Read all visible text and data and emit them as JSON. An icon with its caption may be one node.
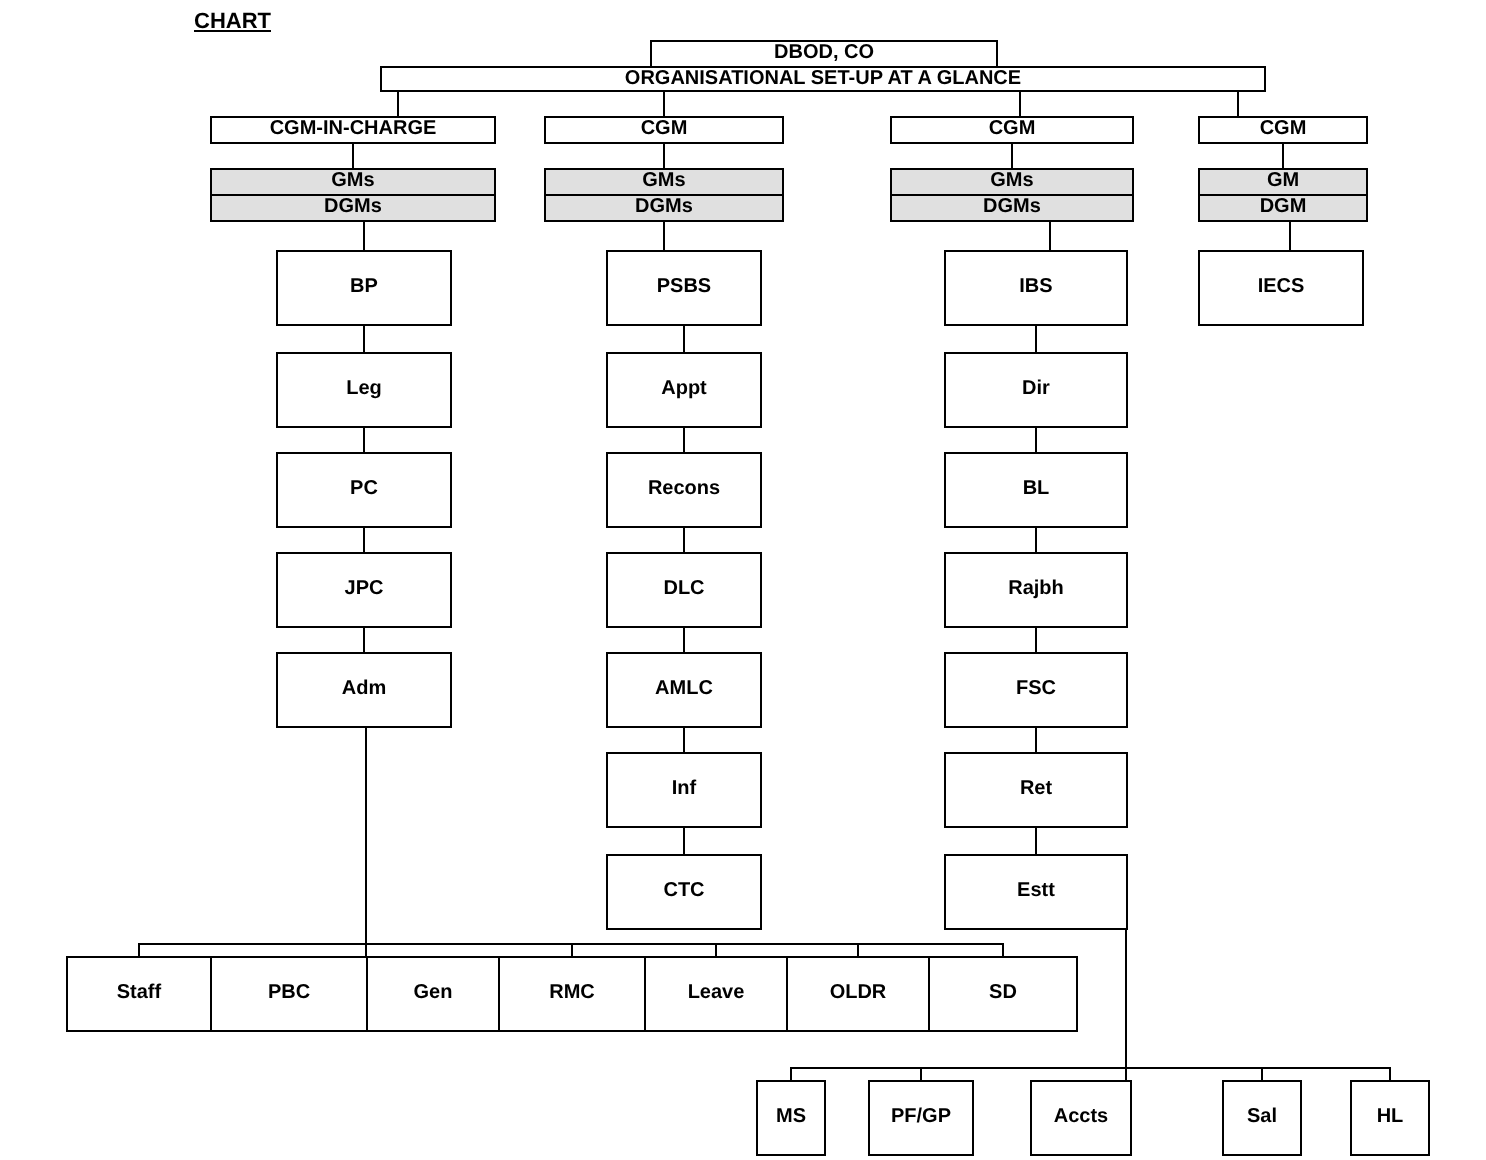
{
  "diagram": {
    "title": "CHART",
    "nodes": [
      {
        "text": [
          "DBOD, CO"
        ]
      },
      {
        "text": [
          "ORGANISATIONAL SET-UP AT A GLANCE"
        ]
      },
      {
        "text": [
          "CGM-IN-CHARGE"
        ]
      },
      {
        "text": [
          "CGM"
        ]
      },
      {
        "text": [
          "CGM"
        ]
      },
      {
        "text": [
          "CGM"
        ]
      },
      {
        "text": [
          "GMs",
          "DGMs"
        ]
      },
      {
        "text": [
          "GMs",
          "DGMs"
        ]
      },
      {
        "text": [
          "GMs",
          "DGMs"
        ]
      },
      {
        "text": [
          "GM",
          "DGM"
        ]
      },
      {
        "text": [
          "BP"
        ]
      },
      {
        "text": [
          "Leg"
        ]
      },
      {
        "text": [
          "PC"
        ]
      },
      {
        "text": [
          "JPC"
        ]
      },
      {
        "text": [
          "Adm"
        ]
      },
      {
        "text": [
          "PSBS"
        ]
      },
      {
        "text": [
          "Appt"
        ]
      },
      {
        "text": [
          "Recons"
        ]
      },
      {
        "text": [
          "DLC"
        ]
      },
      {
        "text": [
          "AMLC"
        ]
      },
      {
        "text": [
          "Inf"
        ]
      },
      {
        "text": [
          "CTC"
        ]
      },
      {
        "text": [
          "IBS"
        ]
      },
      {
        "text": [
          "Dir"
        ]
      },
      {
        "text": [
          "BL"
        ]
      },
      {
        "text": [
          "Rajbh"
        ]
      },
      {
        "text": [
          "FSC"
        ]
      },
      {
        "text": [
          "Ret"
        ]
      },
      {
        "text": [
          "Estt"
        ]
      },
      {
        "text": [
          "IECS"
        ]
      },
      {
        "text": [
          "Staff"
        ]
      },
      {
        "text": [
          "PBC"
        ]
      },
      {
        "text": [
          "Gen"
        ]
      },
      {
        "text": [
          "RMC"
        ]
      },
      {
        "text": [
          "Leave"
        ]
      },
      {
        "text": [
          "OLDR"
        ]
      },
      {
        "text": [
          "SD"
        ]
      },
      {
        "text": [
          "MS"
        ]
      },
      {
        "text": [
          "PF/GP"
        ]
      },
      {
        "text": [
          "Accts"
        ]
      },
      {
        "text": [
          "Sal"
        ]
      },
      {
        "text": [
          "HL"
        ]
      }
    ],
    "edges": [
      {
        "from": 1,
        "to": 2,
        "arrow": "none"
      },
      {
        "from": 1,
        "to": 3,
        "arrow": "none"
      },
      {
        "from": 1,
        "to": 4,
        "arrow": "none"
      },
      {
        "from": 1,
        "to": 5,
        "arrow": "none"
      },
      {
        "from": 2,
        "to": 6,
        "arrow": "none"
      },
      {
        "from": 3,
        "to": 7,
        "arrow": "none"
      },
      {
        "from": 4,
        "to": 8,
        "arrow": "none"
      },
      {
        "from": 5,
        "to": 9,
        "arrow": "none"
      },
      {
        "from": 6,
        "to": 10,
        "arrow": "none"
      },
      {
        "from": 7,
        "to": 15,
        "arrow": "none"
      },
      {
        "from": 8,
        "to": 22,
        "arrow": "none"
      },
      {
        "from": 9,
        "to": 29,
        "arrow": "none"
      },
      {
        "from": 10,
        "to": 11,
        "arrow": "none"
      },
      {
        "from": 11,
        "to": 12,
        "arrow": "none"
      },
      {
        "from": 12,
        "to": 13,
        "arrow": "none"
      },
      {
        "from": 13,
        "to": 14,
        "arrow": "none"
      },
      {
        "from": 15,
        "to": 16,
        "arrow": "none"
      },
      {
        "from": 16,
        "to": 17,
        "arrow": "none"
      },
      {
        "from": 17,
        "to": 18,
        "arrow": "none"
      },
      {
        "from": 18,
        "to": 19,
        "arrow": "none"
      },
      {
        "from": 19,
        "to": 20,
        "arrow": "none"
      },
      {
        "from": 20,
        "to": 21,
        "arrow": "none"
      },
      {
        "from": 22,
        "to": 23,
        "arrow": "none"
      },
      {
        "from": 23,
        "to": 24,
        "arrow": "none"
      },
      {
        "from": 24,
        "to": 25,
        "arrow": "none"
      },
      {
        "from": 25,
        "to": 26,
        "arrow": "none"
      },
      {
        "from": 26,
        "to": 27,
        "arrow": "none"
      },
      {
        "from": 27,
        "to": 28,
        "arrow": "none"
      },
      {
        "from": 14,
        "to": 30,
        "arrow": "none"
      },
      {
        "from": 14,
        "to": 31,
        "arrow": "none"
      },
      {
        "from": 14,
        "to": 32,
        "arrow": "none"
      },
      {
        "from": 14,
        "to": 33,
        "arrow": "none"
      },
      {
        "from": 14,
        "to": 34,
        "arrow": "none"
      },
      {
        "from": 14,
        "to": 35,
        "arrow": "none"
      },
      {
        "from": 14,
        "to": 36,
        "arrow": "none"
      },
      {
        "from": 28,
        "to": 37,
        "arrow": "none"
      },
      {
        "from": 28,
        "to": 38,
        "arrow": "none"
      },
      {
        "from": 28,
        "to": 39,
        "arrow": "none"
      },
      {
        "from": 28,
        "to": 40,
        "arrow": "none"
      },
      {
        "from": 28,
        "to": 41,
        "arrow": "none"
      }
    ]
  }
}
